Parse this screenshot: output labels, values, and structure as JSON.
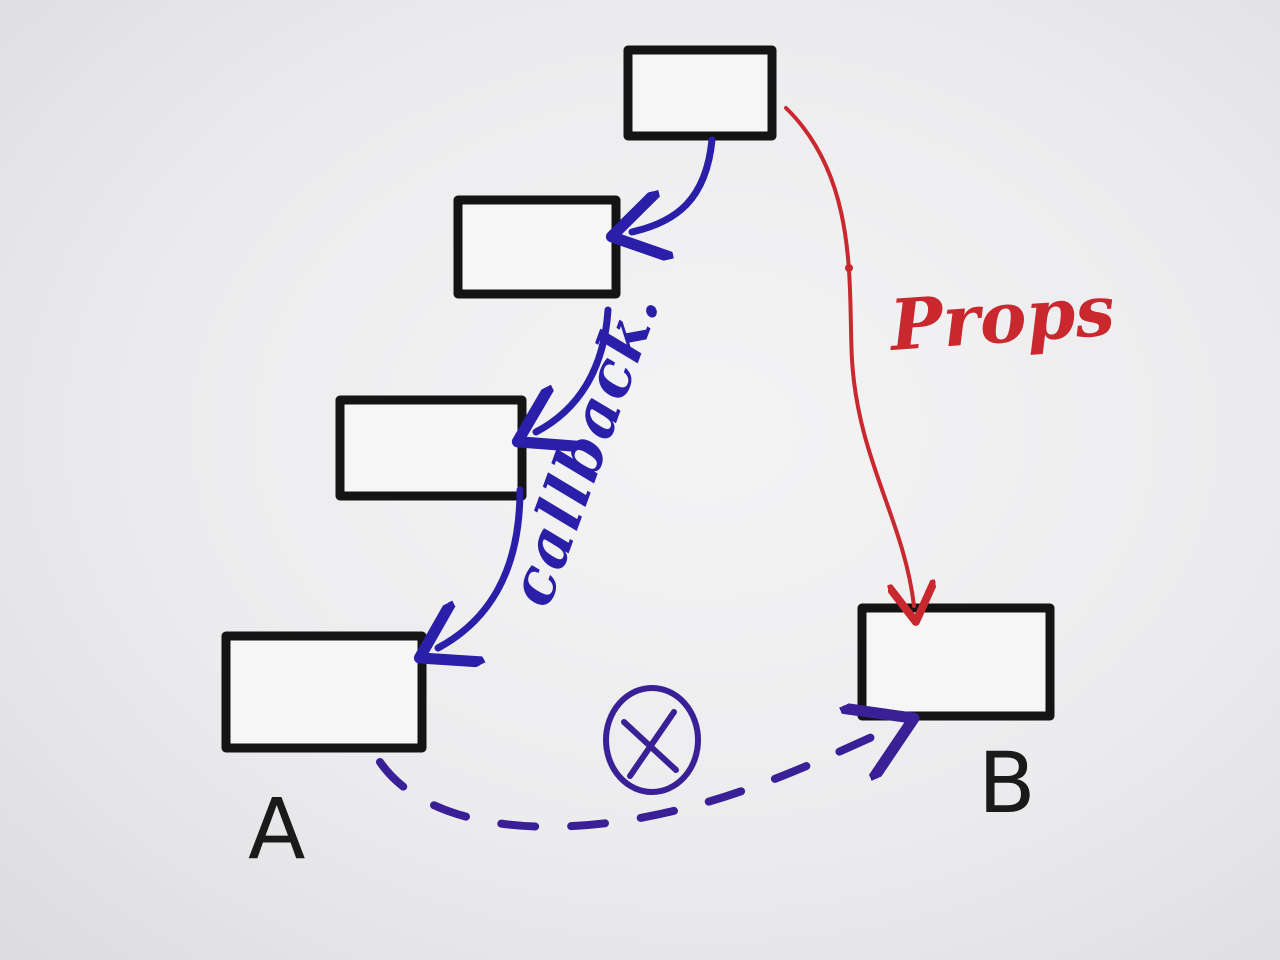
{
  "labels": {
    "props": "Props",
    "callback": "callback.",
    "node_a": "A",
    "node_b": "B",
    "blocked_mark": "X"
  },
  "colors": {
    "box_stroke": "#141414",
    "callback_arrow": "#2a1fa8",
    "props_arrow": "#c8282e",
    "blocked_path": "#3a2096"
  }
}
